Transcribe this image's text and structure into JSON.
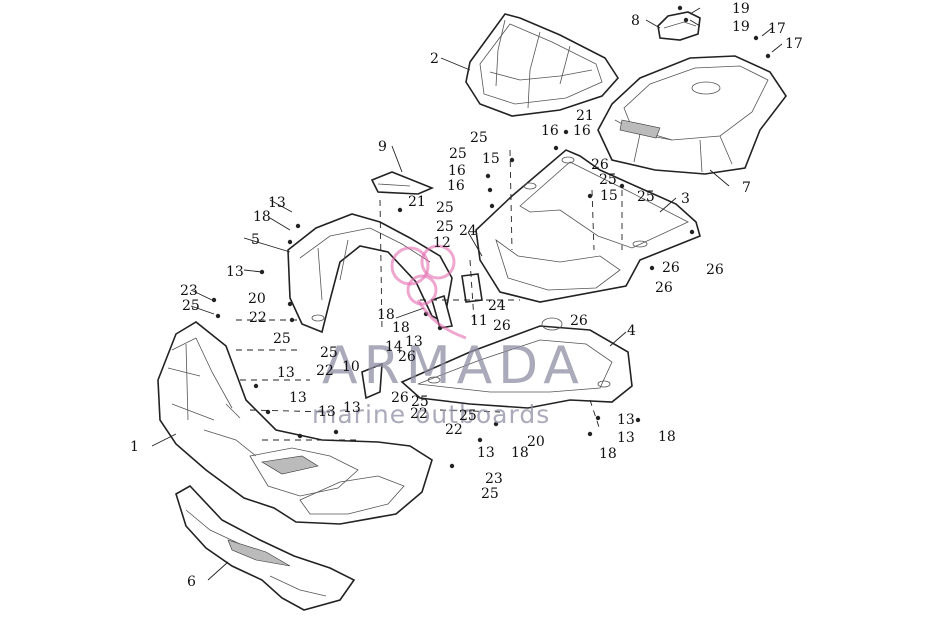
{
  "callouts": [
    {
      "name": "callout-1",
      "label": "1"
    },
    {
      "name": "callout-2",
      "label": "2"
    },
    {
      "name": "callout-3",
      "label": "3"
    },
    {
      "name": "callout-4",
      "label": "4"
    },
    {
      "name": "callout-5",
      "label": "5"
    },
    {
      "name": "callout-6",
      "label": "6"
    },
    {
      "name": "callout-7",
      "label": "7"
    },
    {
      "name": "callout-8",
      "label": "8"
    },
    {
      "name": "callout-9",
      "label": "9"
    },
    {
      "name": "callout-10",
      "label": "10"
    },
    {
      "name": "callout-11",
      "label": "11"
    },
    {
      "name": "callout-12",
      "label": "12"
    },
    {
      "name": "callout-13",
      "label": "13"
    },
    {
      "name": "callout-14",
      "label": "14"
    },
    {
      "name": "callout-15",
      "label": "15"
    },
    {
      "name": "callout-16",
      "label": "16"
    },
    {
      "name": "callout-17",
      "label": "17"
    },
    {
      "name": "callout-18",
      "label": "18"
    },
    {
      "name": "callout-19",
      "label": "19"
    },
    {
      "name": "callout-20",
      "label": "20"
    },
    {
      "name": "callout-21",
      "label": "21"
    },
    {
      "name": "callout-22",
      "label": "22"
    },
    {
      "name": "callout-23",
      "label": "23"
    },
    {
      "name": "callout-24",
      "label": "24"
    },
    {
      "name": "callout-25",
      "label": "25"
    },
    {
      "name": "callout-26",
      "label": "26"
    }
  ],
  "watermark": {
    "title": "ARMADA",
    "subtitle": "marine outboards",
    "logo_color": "#e46db1",
    "text_color": "#8e8ea3"
  }
}
